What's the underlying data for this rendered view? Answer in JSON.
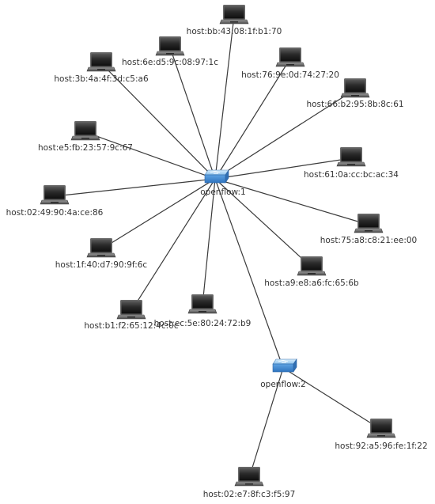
{
  "switches": [
    {
      "id": "s1",
      "label": "openflow:1"
    },
    {
      "id": "s2",
      "label": "openflow:2"
    }
  ],
  "hosts": [
    {
      "id": "h1",
      "label": "host:bb:43:08:1f:b1:70",
      "switch": "s1"
    },
    {
      "id": "h2",
      "label": "host:6e:d5:9c:08:97:1c",
      "switch": "s1"
    },
    {
      "id": "h3",
      "label": "host:3b:4a:4f:3d:c5:a6",
      "switch": "s1"
    },
    {
      "id": "h4",
      "label": "host:76:9e:0d:74:27:20",
      "switch": "s1"
    },
    {
      "id": "h5",
      "label": "host:66:b2:95:8b:8c:61",
      "switch": "s1"
    },
    {
      "id": "h6",
      "label": "host:e5:fb:23:57:9c:67",
      "switch": "s1"
    },
    {
      "id": "h7",
      "label": "host:61:0a:cc:bc:ac:34",
      "switch": "s1"
    },
    {
      "id": "h8",
      "label": "host:02:49:90:4a:ce:86",
      "switch": "s1"
    },
    {
      "id": "h9",
      "label": "host:75:a8:c8:21:ee:00",
      "switch": "s1"
    },
    {
      "id": "h10",
      "label": "host:1f:40:d7:90:9f:6c",
      "switch": "s1"
    },
    {
      "id": "h11",
      "label": "host:a9:e8:a6:fc:65:6b",
      "switch": "s1"
    },
    {
      "id": "h12",
      "label": "host:b1:f2:65:12:4c:0c",
      "switch": "s1"
    },
    {
      "id": "h13",
      "label": "host:ec:5e:80:24:72:b9",
      "switch": "s1"
    },
    {
      "id": "h14",
      "label": "host:92:a5:96:fe:1f:22",
      "switch": "s2"
    },
    {
      "id": "h15",
      "label": "host:02:e7:8f:c3:f5:97",
      "switch": "s2"
    }
  ],
  "links": [
    [
      "s1",
      "s2"
    ],
    [
      "s1",
      "h1"
    ],
    [
      "s1",
      "h2"
    ],
    [
      "s1",
      "h3"
    ],
    [
      "s1",
      "h4"
    ],
    [
      "s1",
      "h5"
    ],
    [
      "s1",
      "h6"
    ],
    [
      "s1",
      "h7"
    ],
    [
      "s1",
      "h8"
    ],
    [
      "s1",
      "h9"
    ],
    [
      "s1",
      "h10"
    ],
    [
      "s1",
      "h11"
    ],
    [
      "s1",
      "h12"
    ],
    [
      "s1",
      "h13"
    ],
    [
      "s2",
      "h14"
    ],
    [
      "s2",
      "h15"
    ]
  ],
  "icons": {
    "switch": "network-switch-icon",
    "host": "laptop-icon"
  },
  "colors": {
    "edge": "#3a3a3a",
    "switch_top": "#a9d2f3",
    "switch_front": "#4a90d6",
    "laptop_screen": "#1c1c1c",
    "laptop_frame": "#555555",
    "label": "#333333"
  }
}
